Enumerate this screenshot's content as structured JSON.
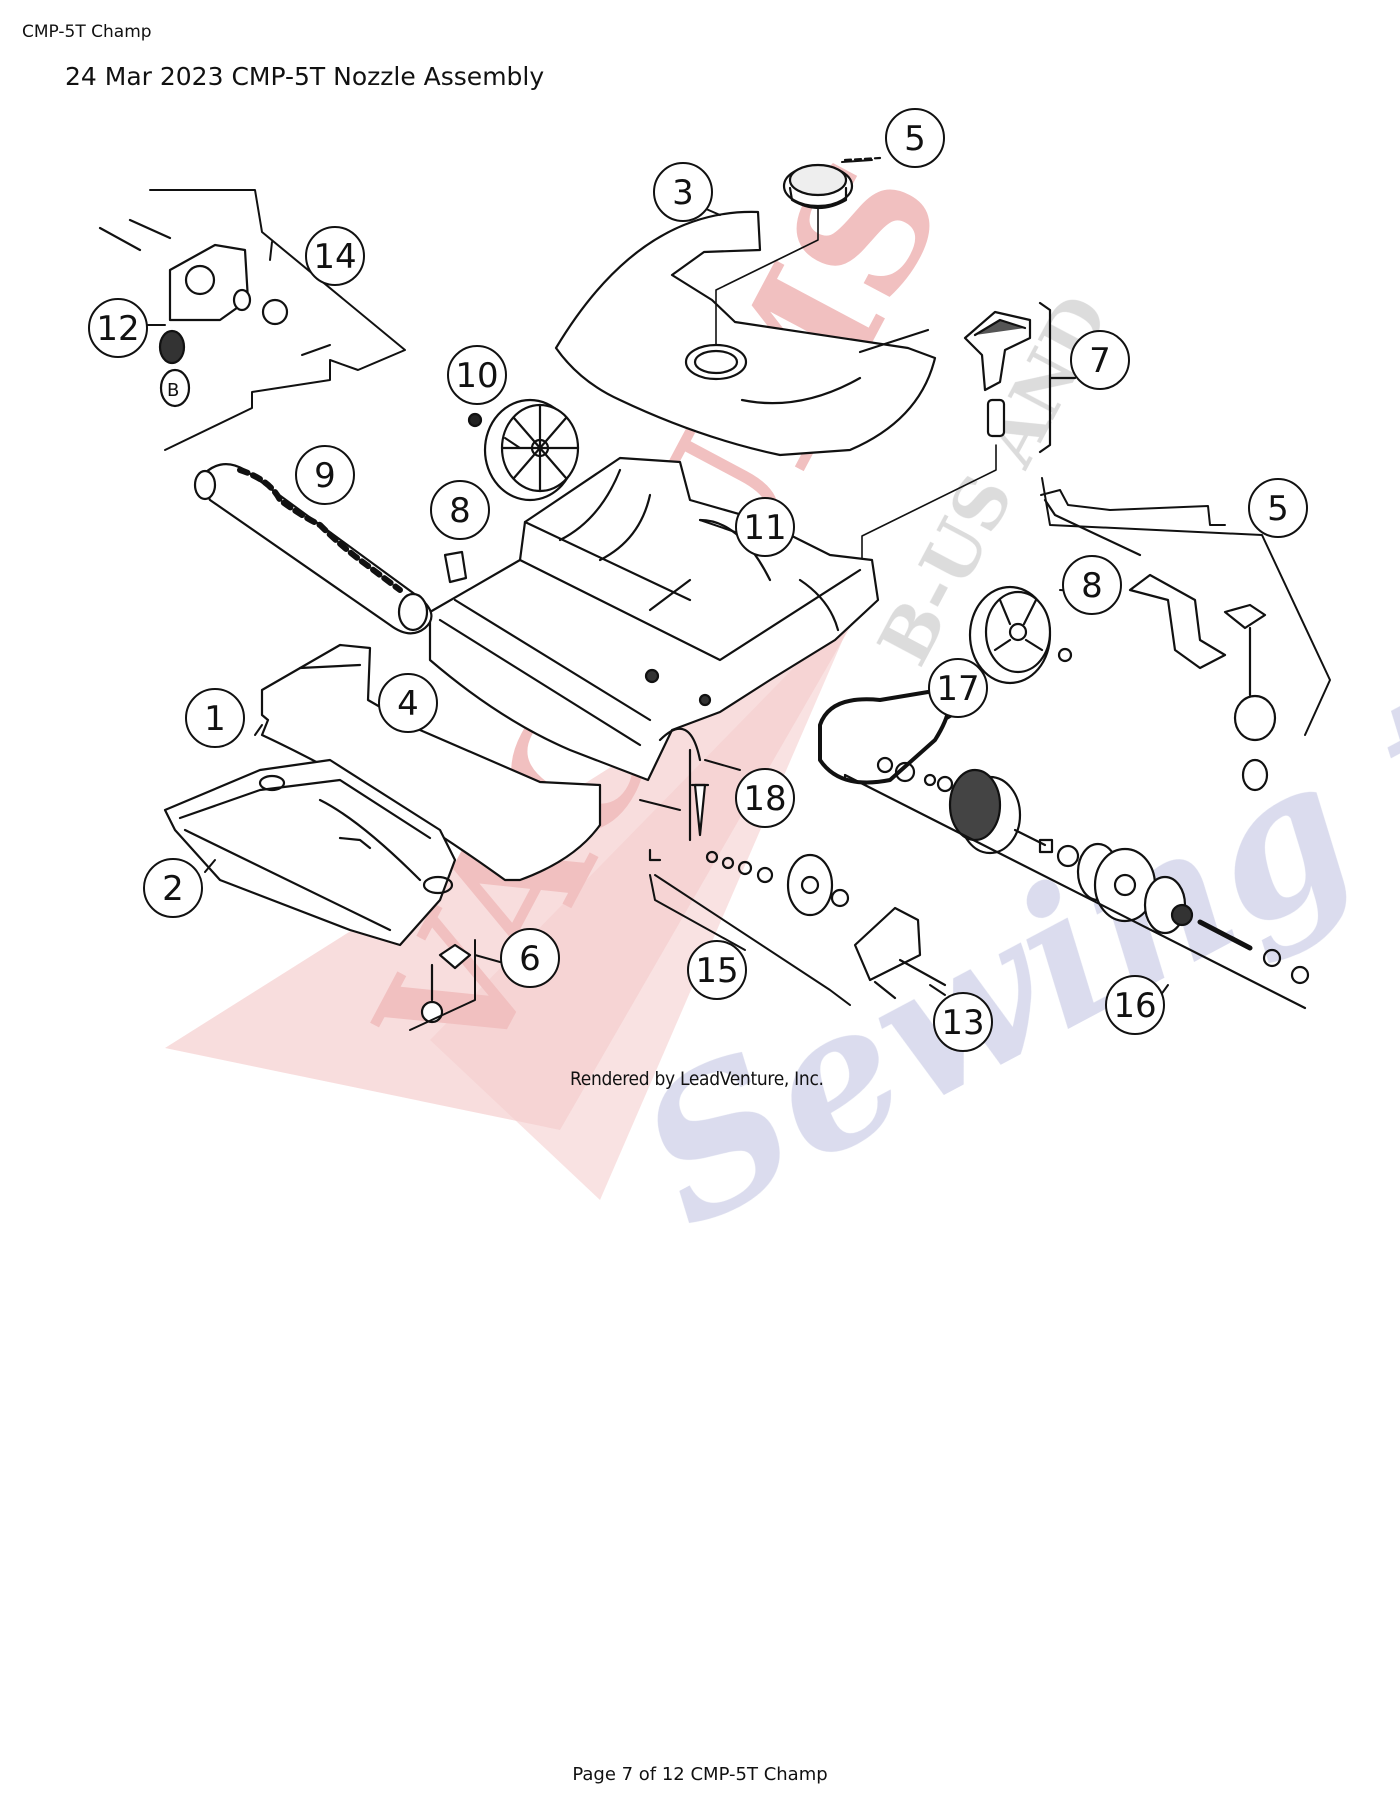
{
  "header": {
    "doc_label": "CMP-5T Champ",
    "title": "24 Mar 2023 CMP-5T Nozzle Assembly"
  },
  "diagram": {
    "credit": "Rendered by LeadVenture, Inc.",
    "callouts": [
      "1",
      "2",
      "3",
      "4",
      "5",
      "5",
      "6",
      "7",
      "8",
      "8",
      "9",
      "10",
      "11",
      "12",
      "13",
      "14",
      "15",
      "16",
      "17",
      "18"
    ]
  },
  "watermark": {
    "text_red": "VACUUMS",
    "text_grey": "B-US AND",
    "text_blue": "Sewing too"
  },
  "footer": {
    "page_info": "Page 7 of 12 CMP-5T Champ"
  }
}
